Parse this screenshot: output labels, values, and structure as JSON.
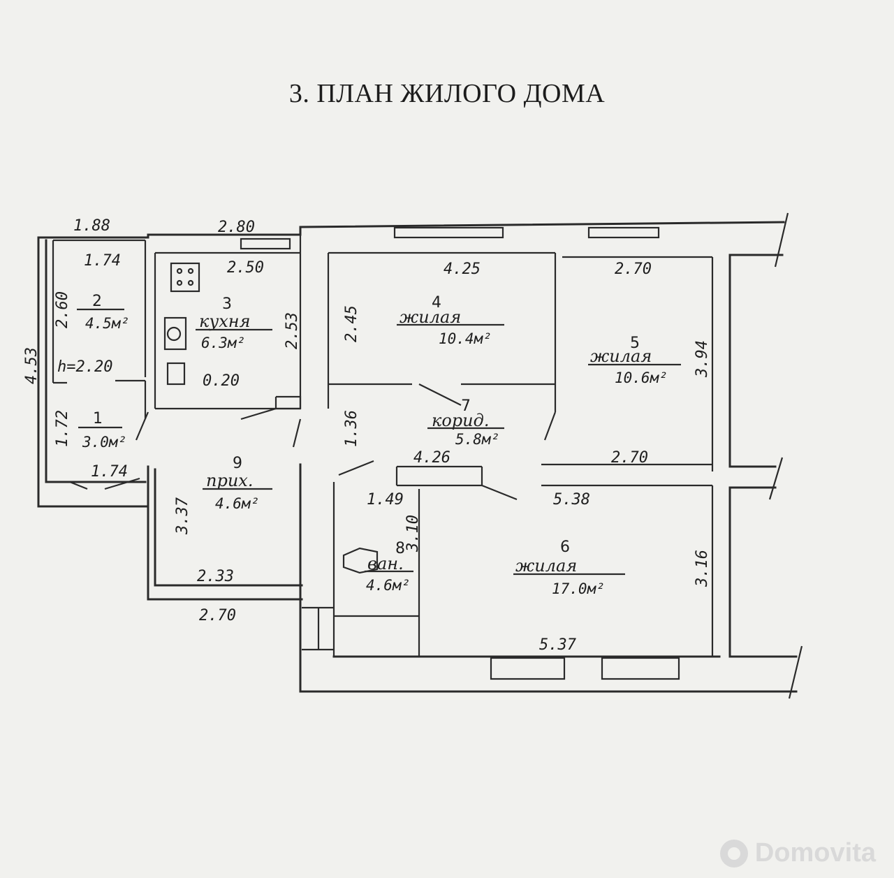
{
  "title": "3. ПЛАН ЖИЛОГО ДОМА",
  "rooms": [
    {
      "id": "room-1",
      "number": "1",
      "name": "",
      "area": "3.0м²"
    },
    {
      "id": "room-2",
      "number": "2",
      "name": "",
      "area": "4.5м²"
    },
    {
      "id": "room-3",
      "number": "3",
      "name": "кухня",
      "area": "6.3м²"
    },
    {
      "id": "room-4",
      "number": "4",
      "name": "жилая",
      "area": "10.4м²"
    },
    {
      "id": "room-5",
      "number": "5",
      "name": "жилая",
      "area": "10.6м²"
    },
    {
      "id": "room-6",
      "number": "6",
      "name": "жилая",
      "area": "17.0м²"
    },
    {
      "id": "room-7",
      "number": "7",
      "name": "корид.",
      "area": "5.8м²"
    },
    {
      "id": "room-8",
      "number": "8",
      "name": "ван.",
      "area": "4.6м²"
    },
    {
      "id": "room-9",
      "number": "9",
      "name": "прих.",
      "area": "4.6м²"
    }
  ],
  "dimensions": {
    "d188": "1.88",
    "d280": "2.80",
    "d174top": "1.74",
    "d250": "2.50",
    "d425": "4.25",
    "d270top": "2.70",
    "d260": "2.60",
    "d453": "4.53",
    "d253": "2.53",
    "d245": "2.45",
    "d394": "3.94",
    "h220": "h=2.20",
    "d020": "0.20",
    "d172": "1.72",
    "d136": "1.36",
    "d426": "4.26",
    "d270mid": "2.70",
    "d174bot": "1.74",
    "d538": "5.38",
    "d149": "1.49",
    "d337": "3.37",
    "d310": "3.10",
    "d316": "3.16",
    "d233": "2.33",
    "d270bot": "2.70",
    "d537": "5.37"
  },
  "watermark": "Domovita"
}
